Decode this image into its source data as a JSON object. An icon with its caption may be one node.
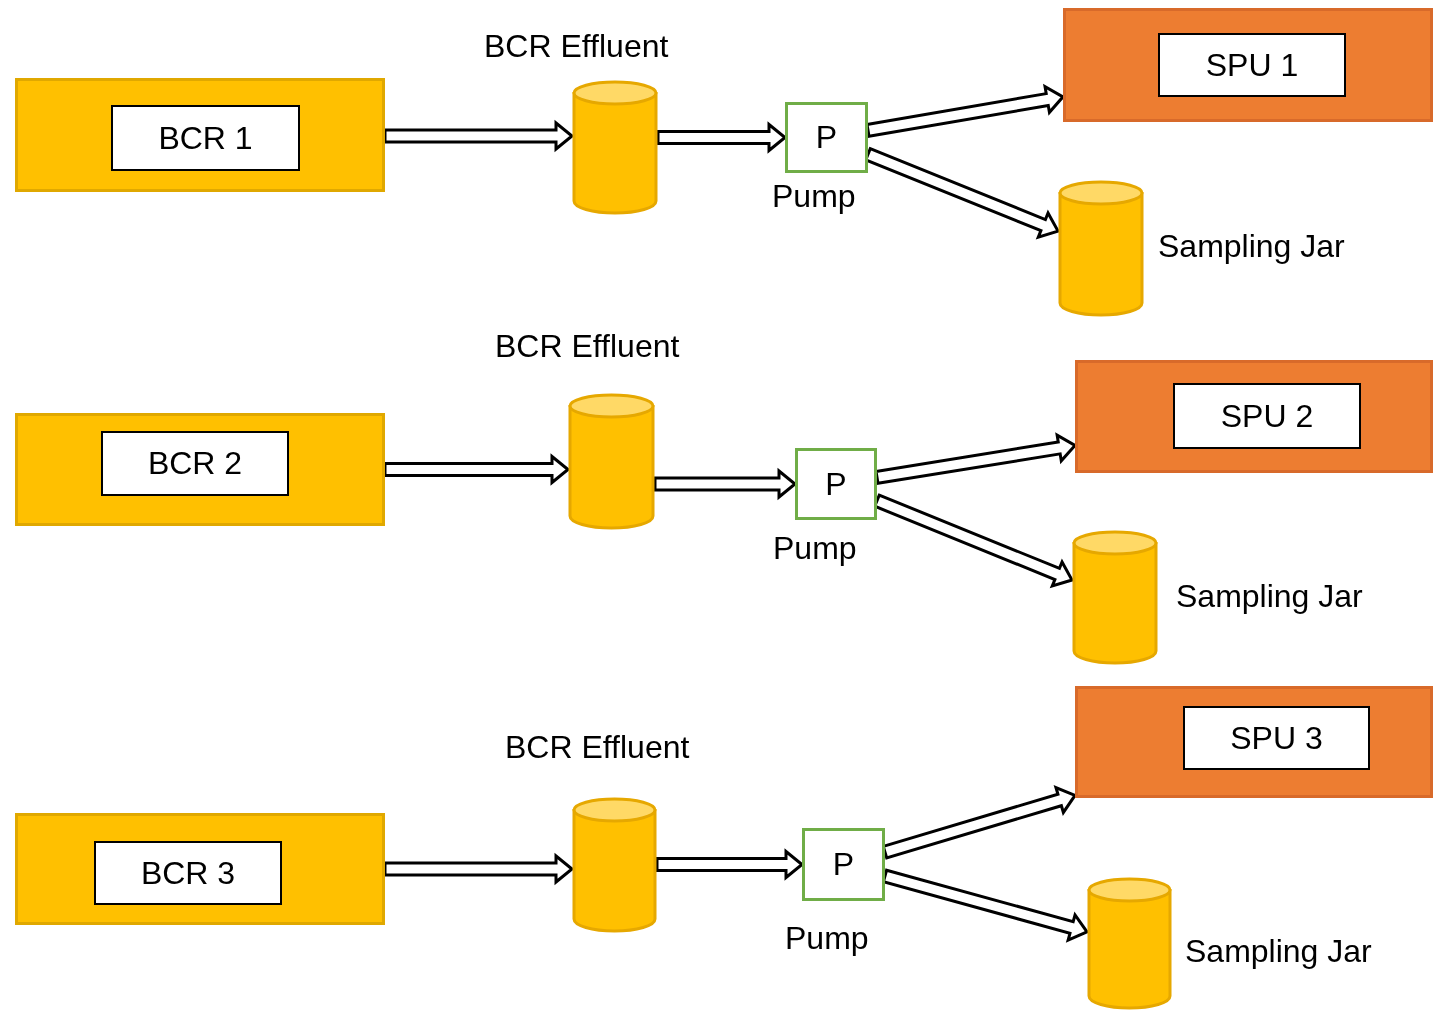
{
  "diagram": {
    "nodes": [
      {
        "text": [],
        "shape": "box"
      },
      {
        "text": [
          "BCR 1"
        ],
        "in": 0
      },
      {
        "text": [],
        "shape": "cylinder",
        "beside": [
          "BCR Effluent"
        ]
      },
      {
        "text": [
          "P"
        ],
        "beside": [
          "Pump"
        ]
      },
      {
        "text": [],
        "shape": "box"
      },
      {
        "text": [
          "SPU 1"
        ],
        "in": 4
      },
      {
        "text": [],
        "shape": "cylinder",
        "beside": [
          "Sampling Jar"
        ]
      },
      {
        "text": [],
        "shape": "box"
      },
      {
        "text": [
          "BCR 2"
        ],
        "in": 7
      },
      {
        "text": [],
        "shape": "cylinder",
        "beside": [
          "BCR Effluent"
        ]
      },
      {
        "text": [
          "P"
        ],
        "beside": [
          "Pump"
        ]
      },
      {
        "text": [],
        "shape": "box"
      },
      {
        "text": [
          "SPU 2"
        ],
        "in": 11
      },
      {
        "text": [],
        "shape": "cylinder",
        "beside": [
          "Sampling Jar"
        ]
      },
      {
        "text": [],
        "shape": "box"
      },
      {
        "text": [
          "BCR 3"
        ],
        "in": 14
      },
      {
        "text": [],
        "shape": "cylinder",
        "beside": [
          "BCR Effluent"
        ]
      },
      {
        "text": [
          "P"
        ],
        "beside": [
          "Pump"
        ]
      },
      {
        "text": [],
        "shape": "box"
      },
      {
        "text": [
          "SPU 3"
        ],
        "in": 18
      },
      {
        "text": [],
        "shape": "cylinder",
        "beside": [
          "Sampling Jar"
        ]
      }
    ],
    "edges": [
      {
        "from": 0,
        "to": 2,
        "arrow": "to"
      },
      {
        "from": 2,
        "to": 3,
        "arrow": "to"
      },
      {
        "from": 3,
        "to": 4,
        "arrow": "to"
      },
      {
        "from": 3,
        "to": 6,
        "arrow": "to"
      },
      {
        "from": 7,
        "to": 9,
        "arrow": "to"
      },
      {
        "from": 9,
        "to": 10,
        "arrow": "to"
      },
      {
        "from": 10,
        "to": 11,
        "arrow": "to"
      },
      {
        "from": 10,
        "to": 13,
        "arrow": "to"
      },
      {
        "from": 14,
        "to": 16,
        "arrow": "to"
      },
      {
        "from": 16,
        "to": 17,
        "arrow": "to"
      },
      {
        "from": 17,
        "to": 18,
        "arrow": "to"
      },
      {
        "from": 17,
        "to": 20,
        "arrow": "to"
      }
    ]
  }
}
